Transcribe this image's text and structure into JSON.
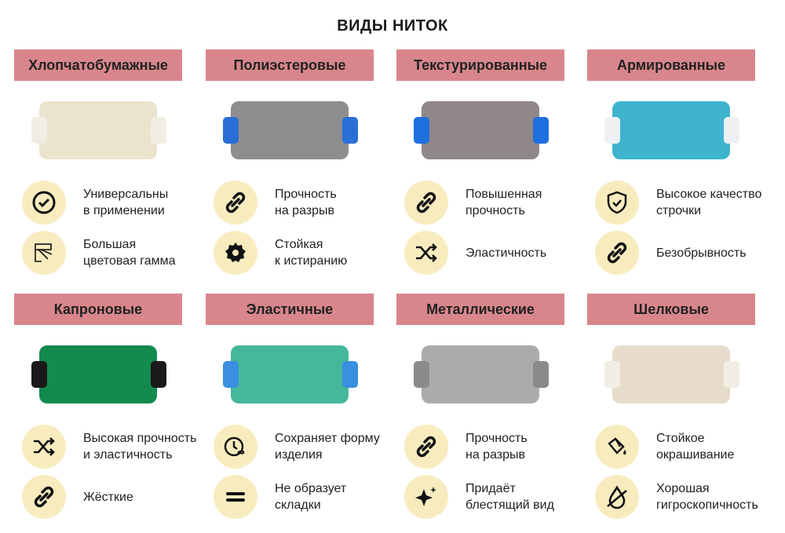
{
  "title": "ВИДЫ НИТОК",
  "cards": [
    {
      "name": "Хлопчатобумажные",
      "spool": "#ece3cd",
      "caps": "#f2ede4",
      "features": [
        {
          "icon": "check-circle-icon",
          "text": "Универсальны\nв применении"
        },
        {
          "icon": "color-palette-icon",
          "text": "Большая\nцветовая гамма"
        }
      ]
    },
    {
      "name": "Полиэстеровые",
      "spool": "#8e8d8f",
      "caps": "#2a6fd6",
      "features": [
        {
          "icon": "chain-link-icon",
          "text": "Прочность\nна разрыв"
        },
        {
          "icon": "gear-icon",
          "text": "Стойкая\nк истиранию"
        }
      ]
    },
    {
      "name": "Текстурированные",
      "spool": "#8f8788",
      "caps": "#1f6fe0",
      "features": [
        {
          "icon": "chain-link-icon",
          "text": "Повышенная\nпрочность"
        },
        {
          "icon": "shuffle-icon",
          "text": "Эластичность"
        }
      ]
    },
    {
      "name": "Армированные",
      "spool": "#3fb4cf",
      "caps": "#eef0f2",
      "features": [
        {
          "icon": "shield-check-icon",
          "text": "Высокое качество\nстрочки"
        },
        {
          "icon": "chain-link-icon",
          "text": "Безобрывность"
        }
      ]
    },
    {
      "name": "Капроновые",
      "spool": "#138a4e",
      "caps": "#1a1a1a",
      "features": [
        {
          "icon": "shuffle-icon",
          "text": "Высокая прочность\nи эластичность"
        },
        {
          "icon": "chain-link-icon",
          "text": "Жёсткие"
        }
      ]
    },
    {
      "name": "Эластичные",
      "spool": "#45b79a",
      "caps": "#3a8fe0",
      "features": [
        {
          "icon": "clock-infinity-icon",
          "text": "Сохраняет форму\nизделия"
        },
        {
          "icon": "equals-icon",
          "text": "Не образует\nскладки"
        }
      ]
    },
    {
      "name": "Металлические",
      "spool": "#a9abad",
      "caps": "#8a8a8a",
      "features": [
        {
          "icon": "chain-link-icon",
          "text": "Прочность\nна разрыв"
        },
        {
          "icon": "sparkle-icon",
          "text": "Придаёт\nблестящий вид"
        }
      ]
    },
    {
      "name": "Шелковые",
      "spool": "#e7dccb",
      "caps": "#f2eee6",
      "features": [
        {
          "icon": "paint-bucket-icon",
          "text": "Стойкое\nокрашивание"
        },
        {
          "icon": "no-drop-icon",
          "text": "Хорошая\nгигроскопичность"
        }
      ]
    }
  ]
}
